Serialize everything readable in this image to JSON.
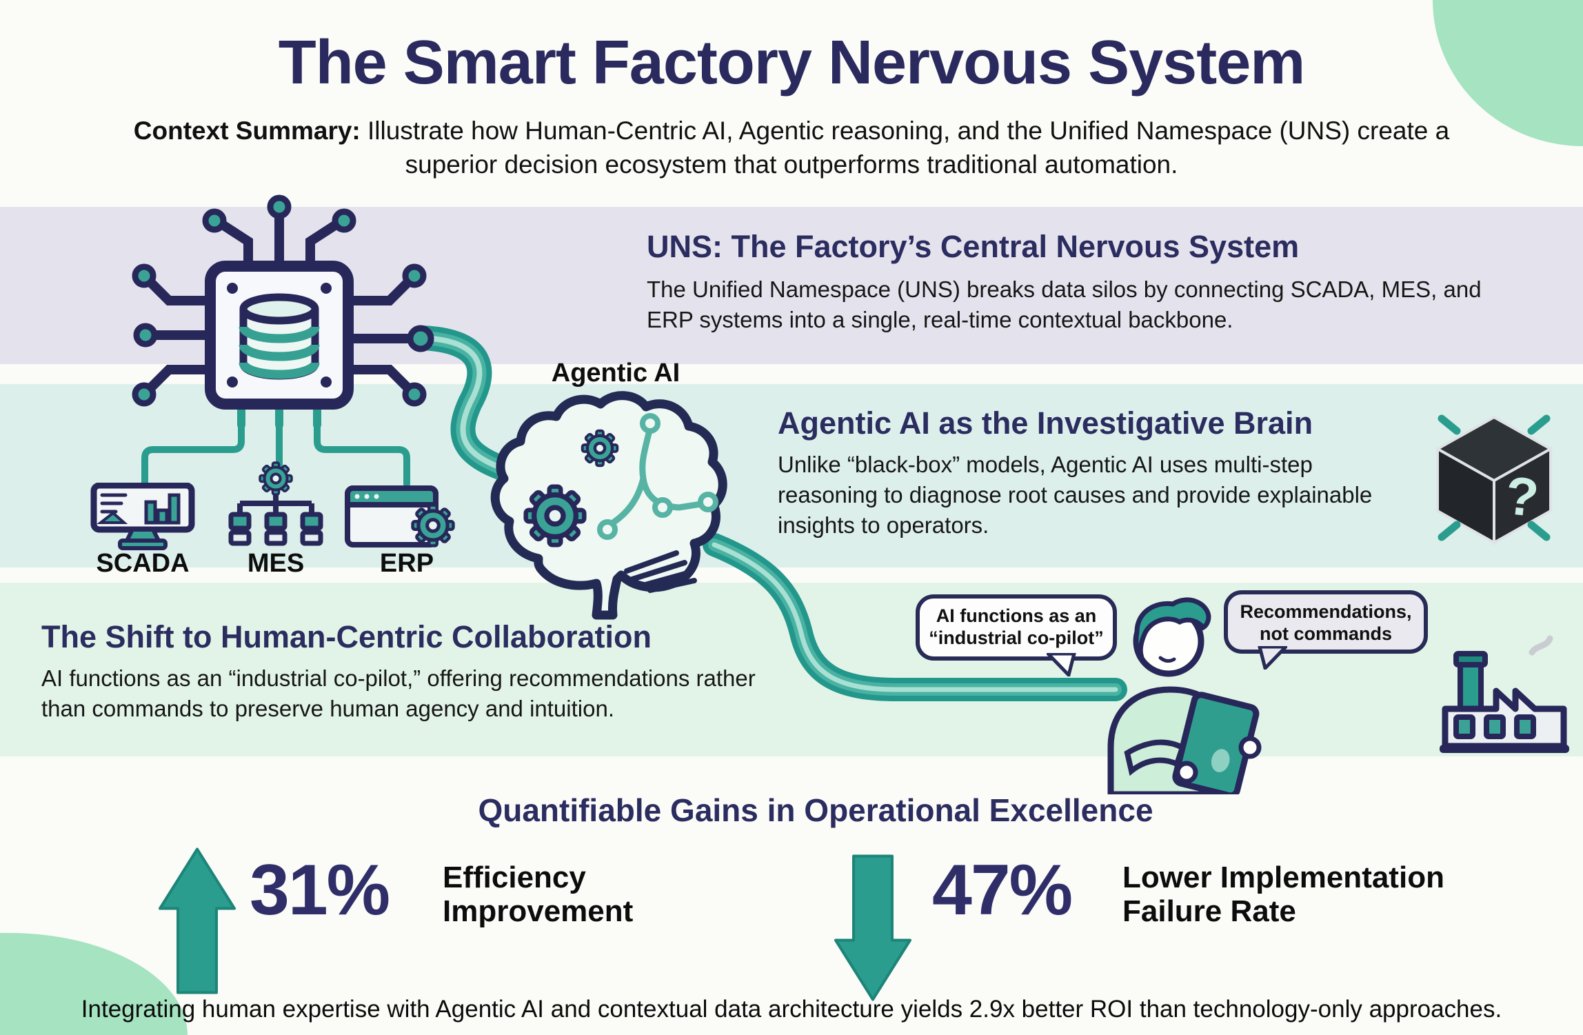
{
  "title": "The Smart Factory Nervous System",
  "context": {
    "label": "Context Summary:",
    "text": "Illustrate how Human-Centric AI, Agentic reasoning, and the Unified Namespace (UNS) create a superior decision ecosystem that outperforms traditional automation."
  },
  "sections": {
    "uns": {
      "heading": "UNS: The Factory’s Central Nervous System",
      "body": "The Unified Namespace (UNS) breaks data silos by connecting SCADA, MES, and ERP systems into a single, real-time contextual backbone."
    },
    "agentic": {
      "icon_label": "Agentic AI",
      "heading": "Agentic AI as the Investigative Brain",
      "body": "Unlike “black-box” models, Agentic AI uses multi-step reasoning to diagnose root causes and provide explainable insights to operators."
    },
    "human": {
      "heading": "The Shift to Human-Centric Collaboration",
      "body": "AI functions as an “industrial co-pilot,” offering recommendations rather than commands to preserve human agency and intuition."
    }
  },
  "systems": [
    {
      "label": "SCADA"
    },
    {
      "label": "MES"
    },
    {
      "label": "ERP"
    }
  ],
  "bubbles": {
    "left": {
      "line1": "AI functions as an",
      "line2": "“industrial co-pilot”"
    },
    "right": {
      "line1": "Recommendations,",
      "line2": "not commands"
    }
  },
  "blackbox": {
    "glyph": "?"
  },
  "gains": {
    "heading": "Quantifiable Gains in Operational Excellence",
    "stats": [
      {
        "value": "31%",
        "direction": "up",
        "label_line1": "Efficiency",
        "label_line2": "Improvement"
      },
      {
        "value": "47%",
        "direction": "down",
        "label_line1": "Lower Implementation",
        "label_line2": "Failure Rate"
      }
    ]
  },
  "footer": "Integrating human expertise with Agentic AI and contextual data architecture yields 2.9x better ROI than technology-only approaches.",
  "colors": {
    "navy": "#2b2c5f",
    "teal": "#2a9d8f",
    "teal_dark": "#1f8a7e",
    "mint_blob": "#a5e3c1",
    "band_uns": "#e4e2ec",
    "band_agentic": "#dcefeb",
    "band_human": "#e2f4e7",
    "bubble_gray": "#e9e9ef",
    "ink": "#111111"
  }
}
